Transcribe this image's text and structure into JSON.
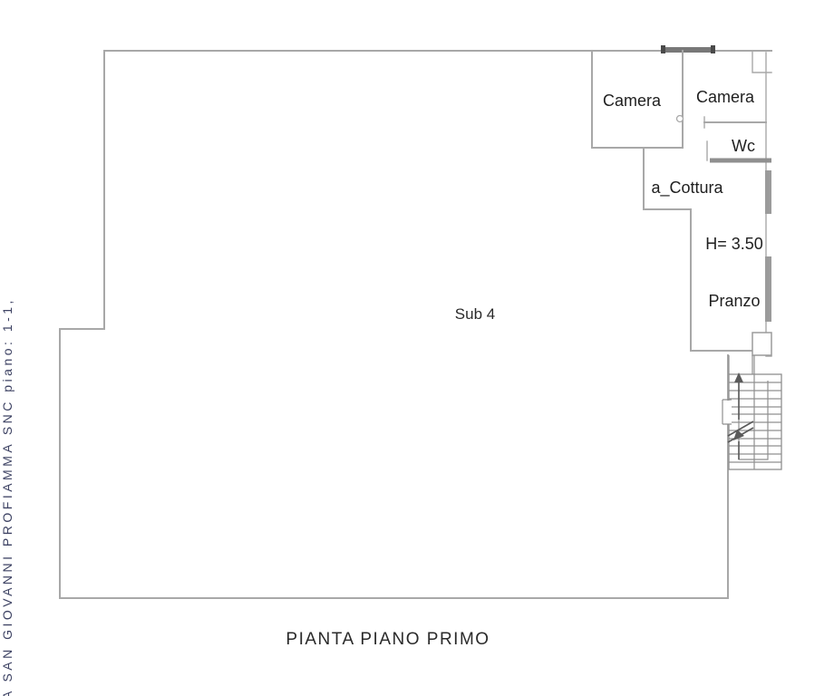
{
  "plan": {
    "title": "PIANTA PIANO PRIMO",
    "unit_label": "Sub 4",
    "height_annotation": "H= 3.50",
    "side_note": "A SAN GIOVANNI PROFIAMMA SNC piano: 1-1,",
    "rooms": [
      {
        "id": "camera-1",
        "label": "Camera"
      },
      {
        "id": "camera-2",
        "label": "Camera"
      },
      {
        "id": "wc",
        "label": "Wc"
      },
      {
        "id": "cottura",
        "label": "a_Cottura"
      },
      {
        "id": "pranzo",
        "label": "Pranzo"
      }
    ],
    "features": [
      "staircase-with-up-arrows",
      "break-line",
      "window-markings"
    ],
    "colors": {
      "wall": "#a8a8a8",
      "wall_dark": "#8f8f8f",
      "stair_accent": "#5a5a5a",
      "label_text": "#1f1f1f",
      "side_note_text": "#3d4263",
      "background": "#ffffff"
    }
  }
}
